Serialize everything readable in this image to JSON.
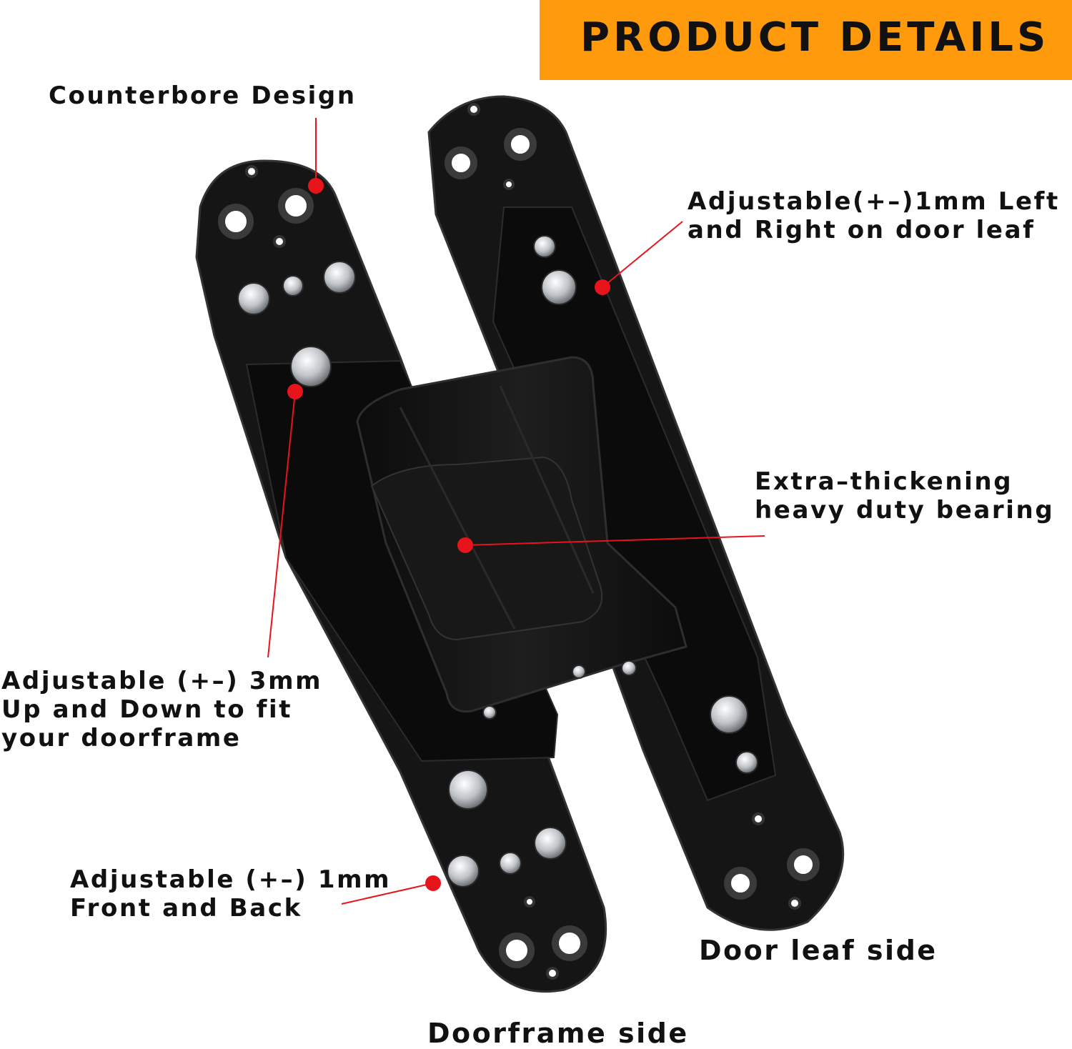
{
  "banner": {
    "title": "PRODUCT DETAILS",
    "color": "#ff9a0c"
  },
  "callouts": {
    "counterbore": "Counterbore Design",
    "left_right": [
      "Adjustable(+–)1mm Left",
      "and Right on door leaf"
    ],
    "bearing": [
      "Extra–thickening",
      "heavy duty bearing"
    ],
    "up_down": [
      "Adjustable (+–) 3mm",
      "Up and Down to fit",
      "your doorframe"
    ],
    "front_back": [
      "Adjustable (+–) 1mm",
      "Front and Back"
    ]
  },
  "sides": {
    "door_leaf": "Door leaf side",
    "doorframe": "Doorframe side"
  },
  "colors": {
    "marker": "#e8141c",
    "hinge": "#141414"
  },
  "icons": [
    "hinge-illustration",
    "marker-dot"
  ]
}
